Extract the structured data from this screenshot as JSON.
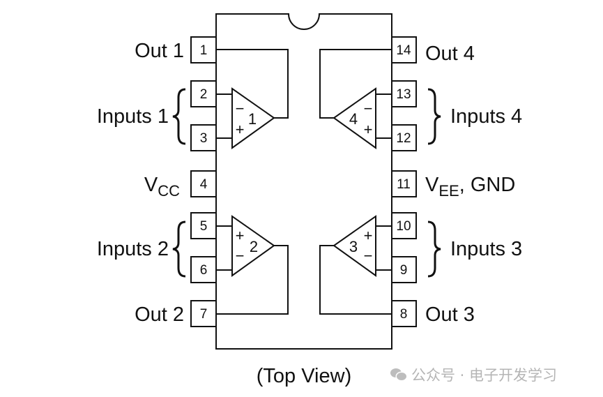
{
  "diagram": {
    "view_label": "(Top View)",
    "left_pins": [
      {
        "number": "1",
        "label": "Out 1"
      },
      {
        "number": "2",
        "label": ""
      },
      {
        "number": "3",
        "label": ""
      },
      {
        "number": "4",
        "label": "V",
        "label_sub": "CC"
      },
      {
        "number": "5",
        "label": ""
      },
      {
        "number": "6",
        "label": ""
      },
      {
        "number": "7",
        "label": "Out 2"
      }
    ],
    "right_pins": [
      {
        "number": "14",
        "label": "Out 4"
      },
      {
        "number": "13",
        "label": ""
      },
      {
        "number": "12",
        "label": ""
      },
      {
        "number": "11",
        "label": "V",
        "label_sub": "EE",
        "label_suffix": ", GND"
      },
      {
        "number": "10",
        "label": ""
      },
      {
        "number": "9",
        "label": ""
      },
      {
        "number": "8",
        "label": "Out 3"
      }
    ],
    "input_groups": {
      "inputs1": "Inputs 1",
      "inputs2": "Inputs 2",
      "inputs3": "Inputs 3",
      "inputs4": "Inputs 4"
    },
    "amplifiers": [
      {
        "id": "1",
        "top_sign": "−",
        "bottom_sign": "+"
      },
      {
        "id": "2",
        "top_sign": "+",
        "bottom_sign": "−"
      },
      {
        "id": "3",
        "top_sign": "+",
        "bottom_sign": "−"
      },
      {
        "id": "4",
        "top_sign": "−",
        "bottom_sign": "+"
      }
    ]
  },
  "watermark": {
    "icon": "wechat-icon",
    "text": "公众号 · 电子开发学习"
  }
}
